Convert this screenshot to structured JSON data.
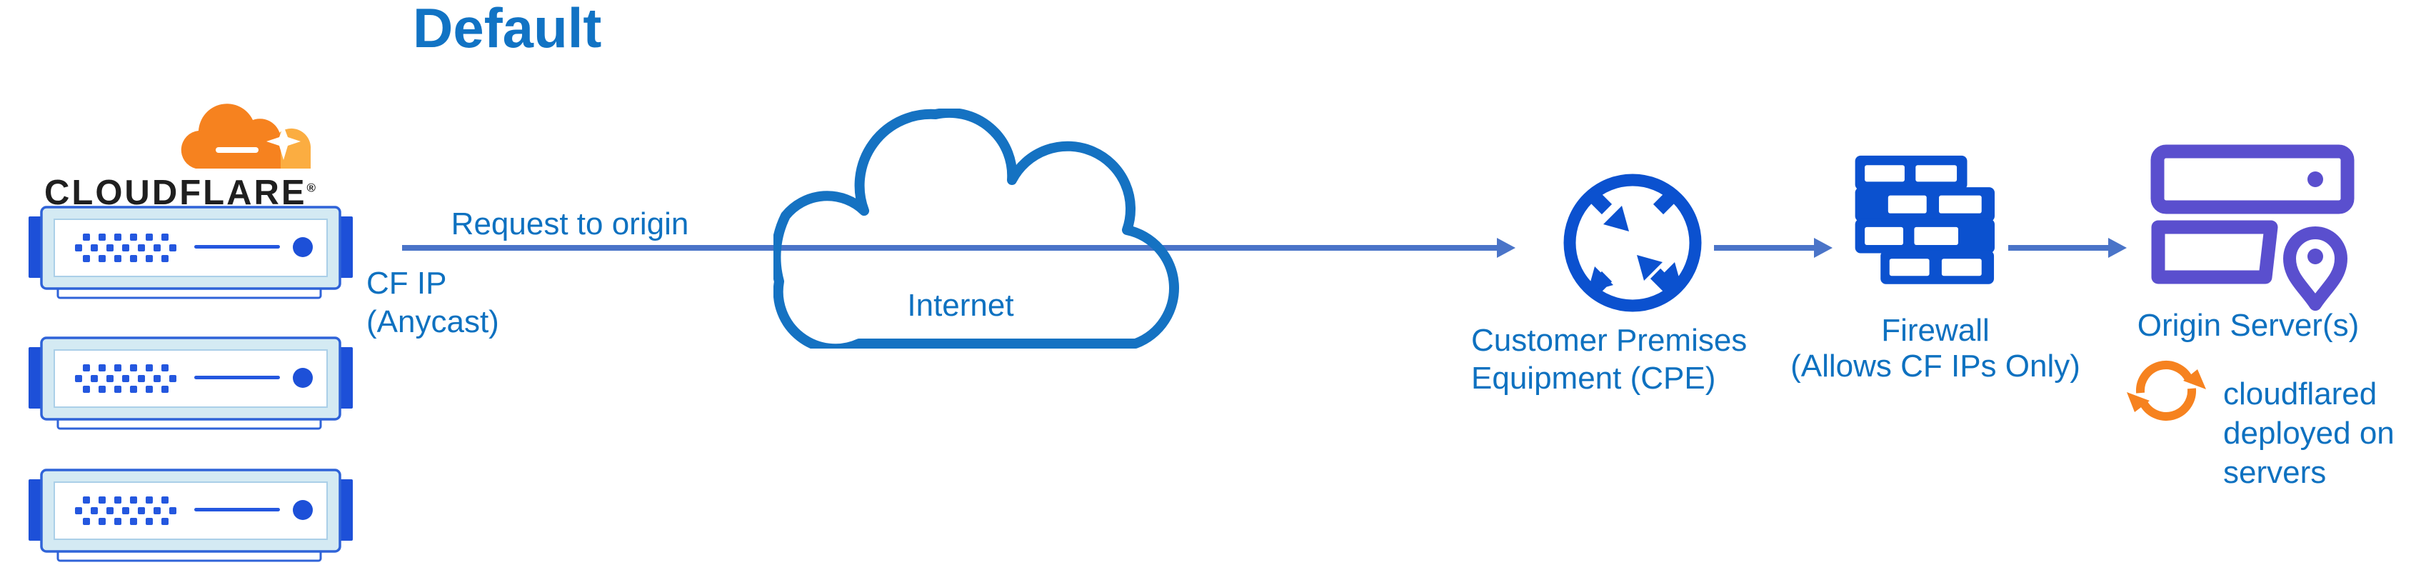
{
  "title": "Default",
  "cloudflare": {
    "wordmark": "CLOUDFLARE",
    "registered": "®"
  },
  "flow": {
    "request_label": "Request to origin",
    "cf_ip_lines": [
      "CF IP",
      "(Anycast)"
    ],
    "internet_label": "Internet",
    "cpe_label_lines": [
      "Customer Premises",
      "Equipment (CPE)"
    ],
    "firewall_label_lines": [
      "Firewall",
      "(Allows CF IPs Only)"
    ],
    "origin_label": "Origin Server(s)",
    "cloudflared_note_lines": [
      "cloudflared",
      "deployed on",
      "servers"
    ]
  },
  "icons": {
    "cloudflare_logo": "cloudflare-cloud-logo",
    "server_rack": "edge-server-rack",
    "internet_cloud": "cloud-outline",
    "cpe": "router-arrows-in-circle",
    "firewall": "brick-wall",
    "origin_server": "stacked-servers",
    "location_pin": "location-pin",
    "cloudflared": "sync-arrows-circle",
    "connector": "right-arrow"
  },
  "colors": {
    "title_blue": "#1173c4",
    "label_blue": "#0e71c0",
    "icon_blue": "#0b51cf",
    "server_tab_blue": "#1d50d8",
    "server_dot_blue": "#2457df",
    "server_border_blue": "#2f63d8",
    "server_panel_cyan": "#d4eaf3",
    "arrow_blue": "#4a74c8",
    "cloud_blue": "#1572c2",
    "origin_purple": "#5a4fce",
    "cf_orange": "#f6821f",
    "cf_orange_light": "#fbad41",
    "wordmark_black": "#1f1f1f",
    "background": "#ffffff"
  }
}
